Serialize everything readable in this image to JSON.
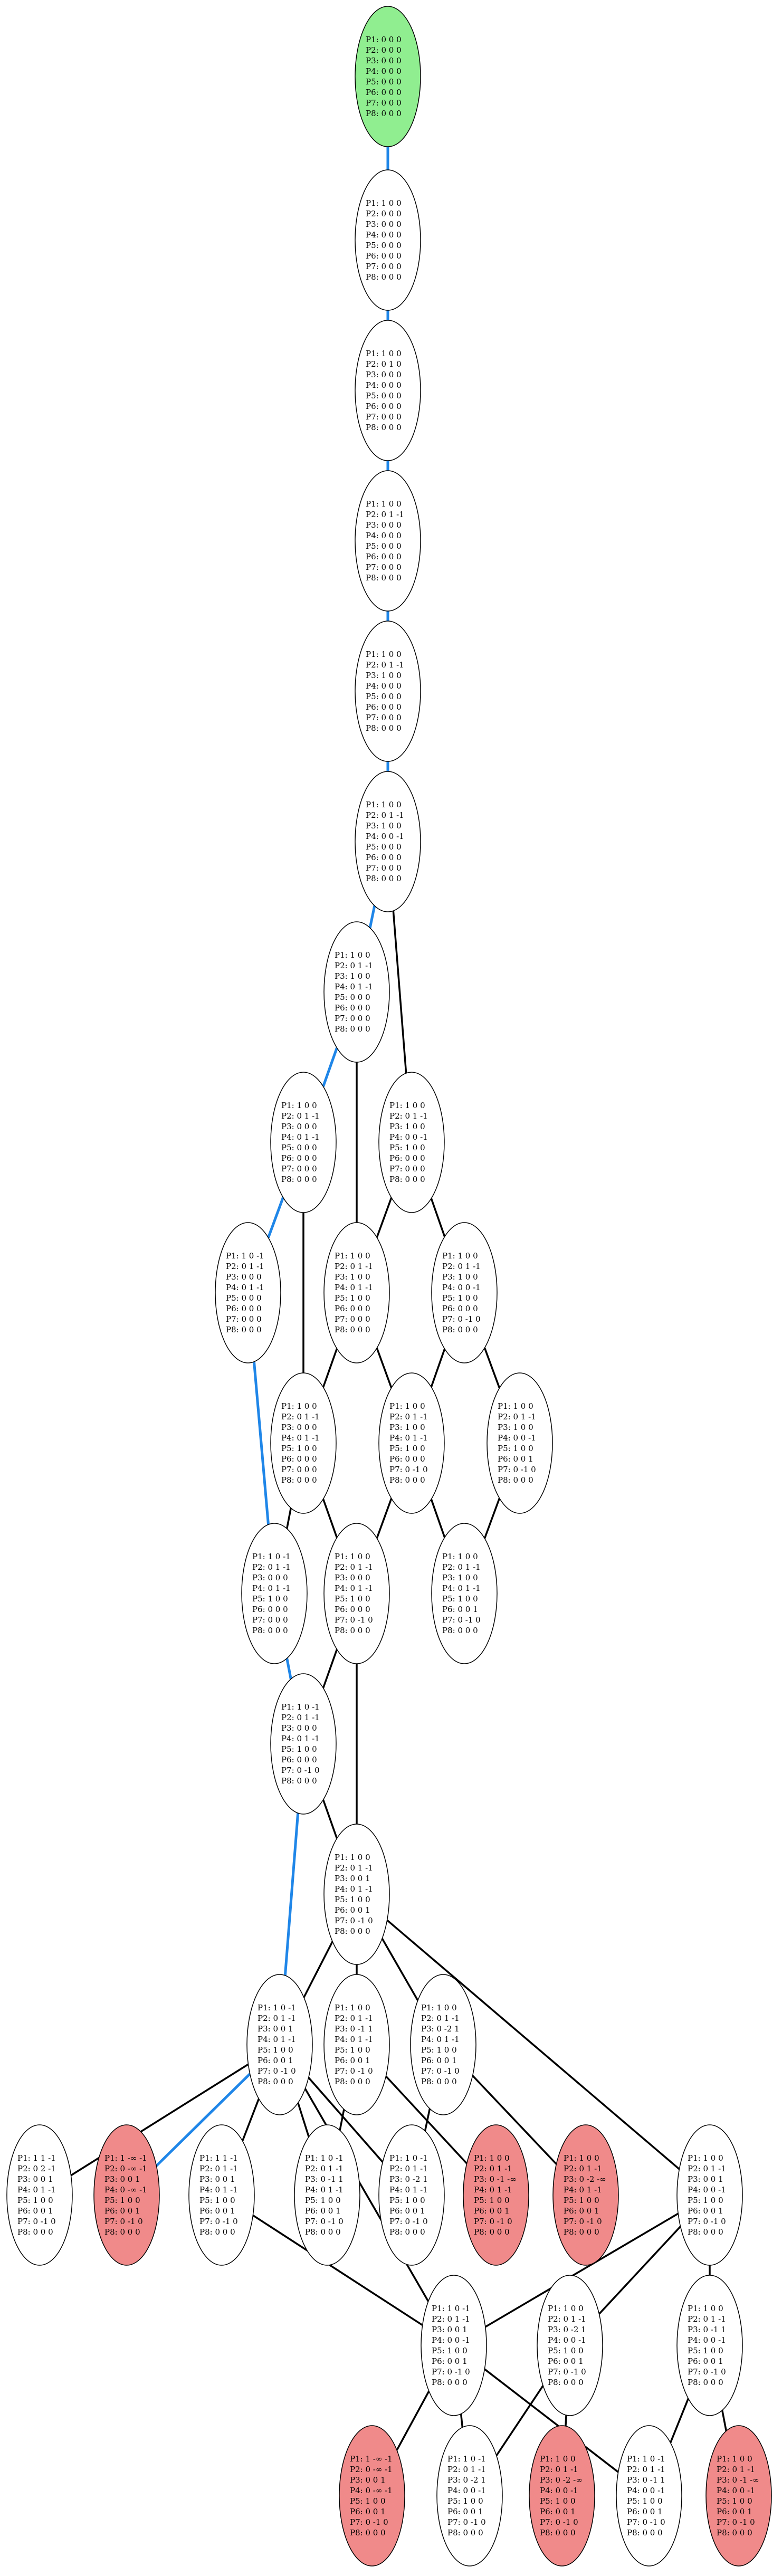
{
  "colors": {
    "start_fill": "#90ee90",
    "dead_fill": "#f08a8a",
    "normal_fill": "#ffffff",
    "path_edge": "#1f86e8",
    "edge": "#000000"
  },
  "nodes": [
    {
      "id": "n0",
      "kind": "start",
      "lines": [
        "P1: 0 0 0",
        "P2: 0 0 0",
        "P3: 0 0 0",
        "P4: 0 0 0",
        "P5: 0 0 0",
        "P6: 0 0 0",
        "P7: 0 0 0",
        "P8: 0 0 0"
      ]
    },
    {
      "id": "n1",
      "kind": "normal",
      "lines": [
        "P1: 1 0 0",
        "P2: 0 0 0",
        "P3: 0 0 0",
        "P4: 0 0 0",
        "P5: 0 0 0",
        "P6: 0 0 0",
        "P7: 0 0 0",
        "P8: 0 0 0"
      ]
    },
    {
      "id": "n2",
      "kind": "normal",
      "lines": [
        "P1: 1 0 0",
        "P2: 0 1 0",
        "P3: 0 0 0",
        "P4: 0 0 0",
        "P5: 0 0 0",
        "P6: 0 0 0",
        "P7: 0 0 0",
        "P8: 0 0 0"
      ]
    },
    {
      "id": "n3",
      "kind": "normal",
      "lines": [
        "P1: 1 0 0",
        "P2: 0 1 -1",
        "P3: 0 0 0",
        "P4: 0 0 0",
        "P5: 0 0 0",
        "P6: 0 0 0",
        "P7: 0 0 0",
        "P8: 0 0 0"
      ]
    },
    {
      "id": "n4",
      "kind": "normal",
      "lines": [
        "P1: 1 0 0",
        "P2: 0 1 -1",
        "P3: 1 0 0",
        "P4: 0 0 0",
        "P5: 0 0 0",
        "P6: 0 0 0",
        "P7: 0 0 0",
        "P8: 0 0 0"
      ]
    },
    {
      "id": "n5",
      "kind": "normal",
      "lines": [
        "P1: 1 0 0",
        "P2: 0 1 -1",
        "P3: 1 0 0",
        "P4: 0 0 -1",
        "P5: 0 0 0",
        "P6: 0 0 0",
        "P7: 0 0 0",
        "P8: 0 0 0"
      ]
    },
    {
      "id": "n6",
      "kind": "normal",
      "lines": [
        "P1: 1 0 0",
        "P2: 0 1 -1",
        "P3: 1 0 0",
        "P4: 0 1 -1",
        "P5: 0 0 0",
        "P6: 0 0 0",
        "P7: 0 0 0",
        "P8: 0 0 0"
      ]
    },
    {
      "id": "n7",
      "kind": "normal",
      "lines": [
        "P1: 1 0 0",
        "P2: 0 1 -1",
        "P3: 0 0 0",
        "P4: 0 1 -1",
        "P5: 0 0 0",
        "P6: 0 0 0",
        "P7: 0 0 0",
        "P8: 0 0 0"
      ]
    },
    {
      "id": "n8",
      "kind": "normal",
      "lines": [
        "P1: 1 0 0",
        "P2: 0 1 -1",
        "P3: 1 0 0",
        "P4: 0 0 -1",
        "P5: 1 0 0",
        "P6: 0 0 0",
        "P7: 0 0 0",
        "P8: 0 0 0"
      ]
    },
    {
      "id": "n9",
      "kind": "normal",
      "lines": [
        "P1: 1 0 -1",
        "P2: 0 1 -1",
        "P3: 0 0 0",
        "P4: 0 1 -1",
        "P5: 0 0 0",
        "P6: 0 0 0",
        "P7: 0 0 0",
        "P8: 0 0 0"
      ]
    },
    {
      "id": "n10",
      "kind": "normal",
      "lines": [
        "P1: 1 0 0",
        "P2: 0 1 -1",
        "P3: 1 0 0",
        "P4: 0 1 -1",
        "P5: 1 0 0",
        "P6: 0 0 0",
        "P7: 0 0 0",
        "P8: 0 0 0"
      ]
    },
    {
      "id": "n11",
      "kind": "normal",
      "lines": [
        "P1: 1 0 0",
        "P2: 0 1 -1",
        "P3: 1 0 0",
        "P4: 0 0 -1",
        "P5: 1 0 0",
        "P6: 0 0 0",
        "P7: 0 -1 0",
        "P8: 0 0 0"
      ]
    },
    {
      "id": "n12",
      "kind": "normal",
      "lines": [
        "P1: 1 0 0",
        "P2: 0 1 -1",
        "P3: 0 0 0",
        "P4: 0 1 -1",
        "P5: 1 0 0",
        "P6: 0 0 0",
        "P7: 0 0 0",
        "P8: 0 0 0"
      ]
    },
    {
      "id": "n13",
      "kind": "normal",
      "lines": [
        "P1: 1 0 0",
        "P2: 0 1 -1",
        "P3: 1 0 0",
        "P4: 0 1 -1",
        "P5: 1 0 0",
        "P6: 0 0 0",
        "P7: 0 -1 0",
        "P8: 0 0 0"
      ]
    },
    {
      "id": "n14",
      "kind": "normal",
      "lines": [
        "P1: 1 0 0",
        "P2: 0 1 -1",
        "P3: 1 0 0",
        "P4: 0 0 -1",
        "P5: 1 0 0",
        "P6: 0 0 1",
        "P7: 0 -1 0",
        "P8: 0 0 0"
      ]
    },
    {
      "id": "n15",
      "kind": "normal",
      "lines": [
        "P1: 1 0 -1",
        "P2: 0 1 -1",
        "P3: 0 0 0",
        "P4: 0 1 -1",
        "P5: 1 0 0",
        "P6: 0 0 0",
        "P7: 0 0 0",
        "P8: 0 0 0"
      ]
    },
    {
      "id": "n16",
      "kind": "normal",
      "lines": [
        "P1: 1 0 0",
        "P2: 0 1 -1",
        "P3: 0 0 0",
        "P4: 0 1 -1",
        "P5: 1 0 0",
        "P6: 0 0 0",
        "P7: 0 -1 0",
        "P8: 0 0 0"
      ]
    },
    {
      "id": "n17",
      "kind": "normal",
      "lines": [
        "P1: 1 0 0",
        "P2: 0 1 -1",
        "P3: 1 0 0",
        "P4: 0 1 -1",
        "P5: 1 0 0",
        "P6: 0 0 1",
        "P7: 0 -1 0",
        "P8: 0 0 0"
      ]
    },
    {
      "id": "n18",
      "kind": "normal",
      "lines": [
        "P1: 1 0 -1",
        "P2: 0 1 -1",
        "P3: 0 0 0",
        "P4: 0 1 -1",
        "P5: 1 0 0",
        "P6: 0 0 0",
        "P7: 0 -1 0",
        "P8: 0 0 0"
      ]
    },
    {
      "id": "n19",
      "kind": "normal",
      "lines": [
        "P1: 1 0 0",
        "P2: 0 1 -1",
        "P3: 0 0 1",
        "P4: 0 1 -1",
        "P5: 1 0 0",
        "P6: 0 0 1",
        "P7: 0 -1 0",
        "P8: 0 0 0"
      ]
    },
    {
      "id": "n20",
      "kind": "normal",
      "lines": [
        "P1: 1 0 -1",
        "P2: 0 1 -1",
        "P3: 0 0 1",
        "P4: 0 1 -1",
        "P5: 1 0 0",
        "P6: 0 0 1",
        "P7: 0 -1 0",
        "P8: 0 0 0"
      ]
    },
    {
      "id": "n21",
      "kind": "normal",
      "lines": [
        "P1: 1 0 0",
        "P2: 0 1 -1",
        "P3: 0 -1 1",
        "P4: 0 1 -1",
        "P5: 1 0 0",
        "P6: 0 0 1",
        "P7: 0 -1 0",
        "P8: 0 0 0"
      ]
    },
    {
      "id": "n22",
      "kind": "normal",
      "lines": [
        "P1: 1 0 0",
        "P2: 0 1 -1",
        "P3: 0 -2 1",
        "P4: 0 1 -1",
        "P5: 1 0 0",
        "P6: 0 0 1",
        "P7: 0 -1 0",
        "P8: 0 0 0"
      ]
    },
    {
      "id": "n23",
      "kind": "normal",
      "lines": [
        "P1: 1 0 0",
        "P2: 0 1 -1",
        "P3: 0 0 1",
        "P4: 0 0 -1",
        "P5: 1 0 0",
        "P6: 0 0 1",
        "P7: 0 -1 0",
        "P8: 0 0 0"
      ]
    },
    {
      "id": "n24",
      "kind": "normal",
      "lines": [
        "P1: 1 1 -1",
        "P2: 0 2 -1",
        "P3: 0 0 1",
        "P4: 0 1 -1",
        "P5: 1 0 0",
        "P6: 0 0 1",
        "P7: 0 -1 0",
        "P8: 0 0 0"
      ]
    },
    {
      "id": "n25",
      "kind": "dead",
      "lines": [
        "P1: 1 -∞ -1",
        "P2: 0 -∞ -1",
        "P3: 0 0 1",
        "P4: 0 -∞ -1",
        "P5: 1 0 0",
        "P6: 0 0 1",
        "P7: 0 -1 0",
        "P8: 0 0 0"
      ]
    },
    {
      "id": "n26",
      "kind": "normal",
      "lines": [
        "P1: 1 1 -1",
        "P2: 0 1 -1",
        "P3: 0 0 1",
        "P4: 0 1 -1",
        "P5: 1 0 0",
        "P6: 0 0 1",
        "P7: 0 -1 0",
        "P8: 0 0 0"
      ]
    },
    {
      "id": "n27",
      "kind": "normal",
      "lines": [
        "P1: 1 0 -1",
        "P2: 0 1 -1",
        "P3: 0 -1 1",
        "P4: 0 1 -1",
        "P5: 1 0 0",
        "P6: 0 0 1",
        "P7: 0 -1 0",
        "P8: 0 0 0"
      ]
    },
    {
      "id": "n28",
      "kind": "normal",
      "lines": [
        "P1: 1 0 -1",
        "P2: 0 1 -1",
        "P3: 0 -2 1",
        "P4: 0 1 -1",
        "P5: 1 0 0",
        "P6: 0 0 1",
        "P7: 0 -1 0",
        "P8: 0 0 0"
      ]
    },
    {
      "id": "n29",
      "kind": "dead",
      "lines": [
        "P1: 1 0 0",
        "P2: 0 1 -1",
        "P3: 0 -1 -∞",
        "P4: 0 1 -1",
        "P5: 1 0 0",
        "P6: 0 0 1",
        "P7: 0 -1 0",
        "P8: 0 0 0"
      ]
    },
    {
      "id": "n30",
      "kind": "dead",
      "lines": [
        "P1: 1 0 0",
        "P2: 0 1 -1",
        "P3: 0 -2 -∞",
        "P4: 0 1 -1",
        "P5: 1 0 0",
        "P6: 0 0 1",
        "P7: 0 -1 0",
        "P8: 0 0 0"
      ]
    },
    {
      "id": "n31",
      "kind": "normal",
      "lines": [
        "P1: 1 0 0",
        "P2: 0 1 -1",
        "P3: 0 0 1",
        "P4: 0 0 -1",
        "P5: 1 0 0",
        "P6: 0 0 1",
        "P7: 0 -1 0",
        "P8: 0 0 0"
      ]
    },
    {
      "id": "n32",
      "kind": "normal",
      "lines": [
        "P1: 1 0 -1",
        "P2: 0 1 -1",
        "P3: 0 0 1",
        "P4: 0 0 -1",
        "P5: 1 0 0",
        "P6: 0 0 1",
        "P7: 0 -1 0",
        "P8: 0 0 0"
      ]
    },
    {
      "id": "n33",
      "kind": "normal",
      "lines": [
        "P1: 1 0 0",
        "P2: 0 1 -1",
        "P3: 0 -2 1",
        "P4: 0 0 -1",
        "P5: 1 0 0",
        "P6: 0 0 1",
        "P7: 0 -1 0",
        "P8: 0 0 0"
      ]
    },
    {
      "id": "n34",
      "kind": "normal",
      "lines": [
        "P1: 1 0 0",
        "P2: 0 1 -1",
        "P3: 0 -1 1",
        "P4: 0 0 -1",
        "P5: 1 0 0",
        "P6: 0 0 1",
        "P7: 0 -1 0",
        "P8: 0 0 0"
      ]
    },
    {
      "id": "n35",
      "kind": "dead",
      "lines": [
        "P1: 1 -∞ -1",
        "P2: 0 -∞ -1",
        "P3: 0 0 1",
        "P4: 0 -∞ -1",
        "P5: 1 0 0",
        "P6: 0 0 1",
        "P7: 0 -1 0",
        "P8: 0 0 0"
      ]
    },
    {
      "id": "n36",
      "kind": "normal",
      "lines": [
        "P1: 1 0 -1",
        "P2: 0 1 -1",
        "P3: 0 -2 1",
        "P4: 0 0 -1",
        "P5: 1 0 0",
        "P6: 0 0 1",
        "P7: 0 -1 0",
        "P8: 0 0 0"
      ]
    },
    {
      "id": "n37",
      "kind": "dead",
      "lines": [
        "P1: 1 0 0",
        "P2: 0 1 -1",
        "P3: 0 -2 -∞",
        "P4: 0 0 -1",
        "P5: 1 0 0",
        "P6: 0 0 1",
        "P7: 0 -1 0",
        "P8: 0 0 0"
      ]
    },
    {
      "id": "n38",
      "kind": "normal",
      "lines": [
        "P1: 1 0 -1",
        "P2: 0 1 -1",
        "P3: 0 -1 1",
        "P4: 0 0 -1",
        "P5: 1 0 0",
        "P6: 0 0 1",
        "P7: 0 -1 0",
        "P8: 0 0 0"
      ]
    },
    {
      "id": "n39",
      "kind": "dead",
      "lines": [
        "P1: 1 0 0",
        "P2: 0 1 -1",
        "P3: 0 -1 -∞",
        "P4: 0 0 -1",
        "P5: 1 0 0",
        "P6: 0 0 1",
        "P7: 0 -1 0",
        "P8: 0 0 0"
      ]
    }
  ],
  "edges": [
    {
      "from": "n0",
      "to": "n1",
      "path": true
    },
    {
      "from": "n1",
      "to": "n2",
      "path": true
    },
    {
      "from": "n2",
      "to": "n3",
      "path": true
    },
    {
      "from": "n3",
      "to": "n4",
      "path": true
    },
    {
      "from": "n4",
      "to": "n5",
      "path": true
    },
    {
      "from": "n5",
      "to": "n6",
      "path": true
    },
    {
      "from": "n5",
      "to": "n8",
      "path": false
    },
    {
      "from": "n6",
      "to": "n7",
      "path": true
    },
    {
      "from": "n6",
      "to": "n10",
      "path": false
    },
    {
      "from": "n7",
      "to": "n9",
      "path": true
    },
    {
      "from": "n7",
      "to": "n12",
      "path": false
    },
    {
      "from": "n8",
      "to": "n10",
      "path": false
    },
    {
      "from": "n8",
      "to": "n11",
      "path": false
    },
    {
      "from": "n10",
      "to": "n12",
      "path": false
    },
    {
      "from": "n10",
      "to": "n13",
      "path": false
    },
    {
      "from": "n11",
      "to": "n13",
      "path": false
    },
    {
      "from": "n11",
      "to": "n14",
      "path": false
    },
    {
      "from": "n9",
      "to": "n15",
      "path": true
    },
    {
      "from": "n12",
      "to": "n15",
      "path": false
    },
    {
      "from": "n12",
      "to": "n16",
      "path": false
    },
    {
      "from": "n13",
      "to": "n16",
      "path": false
    },
    {
      "from": "n13",
      "to": "n17",
      "path": false
    },
    {
      "from": "n14",
      "to": "n17",
      "path": false
    },
    {
      "from": "n15",
      "to": "n18",
      "path": true
    },
    {
      "from": "n16",
      "to": "n18",
      "path": false
    },
    {
      "from": "n16",
      "to": "n19",
      "path": false
    },
    {
      "from": "n18",
      "to": "n19",
      "path": false
    },
    {
      "from": "n18",
      "to": "n20",
      "path": true
    },
    {
      "from": "n19",
      "to": "n20",
      "path": false
    },
    {
      "from": "n19",
      "to": "n21",
      "path": false
    },
    {
      "from": "n19",
      "to": "n22",
      "path": false
    },
    {
      "from": "n19",
      "to": "n23",
      "path": false
    },
    {
      "from": "n20",
      "to": "n24",
      "path": false
    },
    {
      "from": "n20",
      "to": "n25",
      "path": true
    },
    {
      "from": "n20",
      "to": "n26",
      "path": false
    },
    {
      "from": "n20",
      "to": "n27",
      "path": false
    },
    {
      "from": "n20",
      "to": "n28",
      "path": false
    },
    {
      "from": "n20",
      "to": "n32",
      "path": false
    },
    {
      "from": "n21",
      "to": "n27",
      "path": false
    },
    {
      "from": "n21",
      "to": "n29",
      "path": false
    },
    {
      "from": "n22",
      "to": "n28",
      "path": false
    },
    {
      "from": "n22",
      "to": "n30",
      "path": false
    },
    {
      "from": "n23",
      "to": "n32",
      "path": false
    },
    {
      "from": "n23",
      "to": "n33",
      "path": false
    },
    {
      "from": "n23",
      "to": "n34",
      "path": false
    },
    {
      "from": "n26",
      "to": "n32",
      "path": false
    },
    {
      "from": "n32",
      "to": "n35",
      "path": false
    },
    {
      "from": "n32",
      "to": "n36",
      "path": false
    },
    {
      "from": "n32",
      "to": "n38",
      "path": false
    },
    {
      "from": "n33",
      "to": "n36",
      "path": false
    },
    {
      "from": "n33",
      "to": "n37",
      "path": false
    },
    {
      "from": "n34",
      "to": "n38",
      "path": false
    },
    {
      "from": "n34",
      "to": "n39",
      "path": false
    }
  ]
}
